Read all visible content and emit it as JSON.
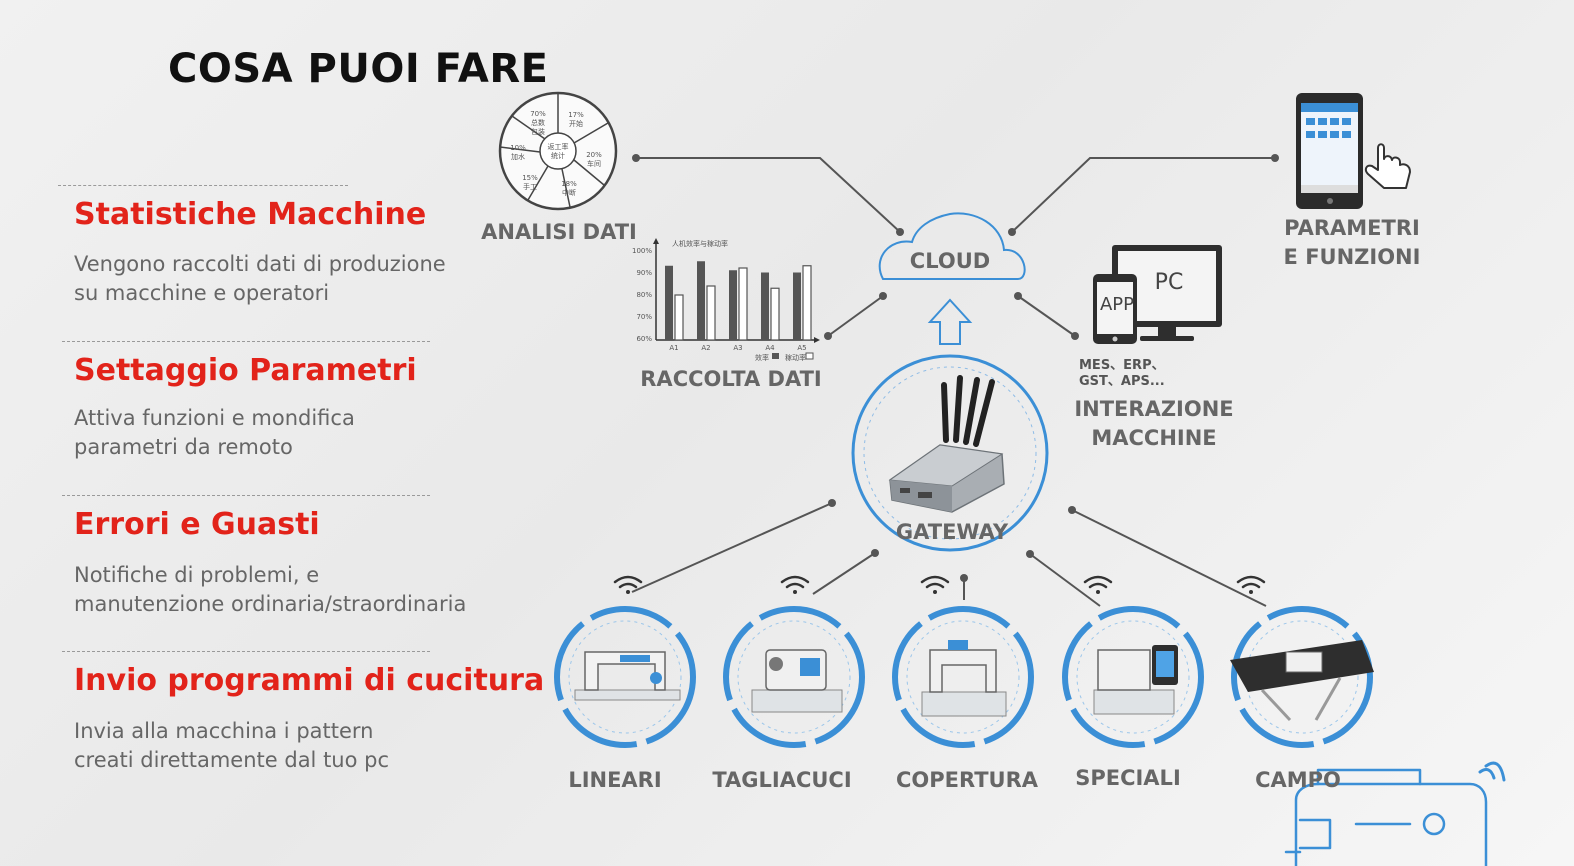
{
  "title": "COSA PUOI FARE",
  "features": [
    {
      "title": "Statistiche Macchine",
      "desc_line1": "Vengono raccolti dati di produzione",
      "desc_line2": "su macchine e operatori"
    },
    {
      "title": "Settaggio Parametri",
      "desc_line1": "Attiva funzioni e mondifica",
      "desc_line2": "parametri da remoto"
    },
    {
      "title": "Errori e Guasti",
      "desc_line1": "Notifiche di problemi, e",
      "desc_line2": "manutenzione ordinaria/straordinaria"
    },
    {
      "title": "Invio programmi di cucitura",
      "desc_line1": "Invia alla macchina i pattern",
      "desc_line2": "creati direttamente dal tuo pc"
    }
  ],
  "diagram": {
    "analisi": "ANALISI DATI",
    "raccolta": "RACCOLTA DATI",
    "cloud": "CLOUD",
    "parametri_line1": "PARAMETRI",
    "parametri_line2": "E FUNZIONI",
    "pc": "PC",
    "app": "APP",
    "mes_line1": "MES、ERP、",
    "mes_line2": "GST、APS...",
    "interazione_line1": "INTERAZIONE",
    "interazione_line2": "MACCHINE",
    "gateway": "GATEWAY",
    "pie_labels": [
      "70%\n总数\n包装",
      "17%\n开始",
      "20%\n车间",
      "18%\n中断",
      "15%\n手工",
      "10%\n加水"
    ],
    "pie_center": "返工率\n统计",
    "bar_title": "人机效率与稼动率",
    "bar_y_ticks": [
      "100%",
      "90%",
      "80%",
      "70%",
      "60%"
    ],
    "bar_categories": [
      "A1",
      "A2",
      "A3",
      "A4",
      "A5"
    ],
    "bar_legend": [
      "效率",
      "稼动率"
    ],
    "bar_values_dark": [
      93,
      95,
      91,
      90,
      90
    ],
    "bar_values_light": [
      80,
      84,
      92,
      83,
      93
    ],
    "machines": [
      "LINEARI",
      "TAGLIACUCI",
      "COPERTURA",
      "SPECIALI",
      "CAMPO"
    ]
  },
  "colors": {
    "accent": "#e2231a",
    "ring": "#3b8fd6",
    "label_gray": "#666666",
    "line_gray": "#555555"
  },
  "icons": [
    "pie-chart-icon",
    "bar-chart-icon",
    "cloud-icon",
    "up-arrow-icon",
    "tablet-icon",
    "hand-pointer-icon",
    "monitor-icon",
    "phone-icon",
    "router-icon",
    "wifi-icon",
    "sewing-machine-icon"
  ]
}
